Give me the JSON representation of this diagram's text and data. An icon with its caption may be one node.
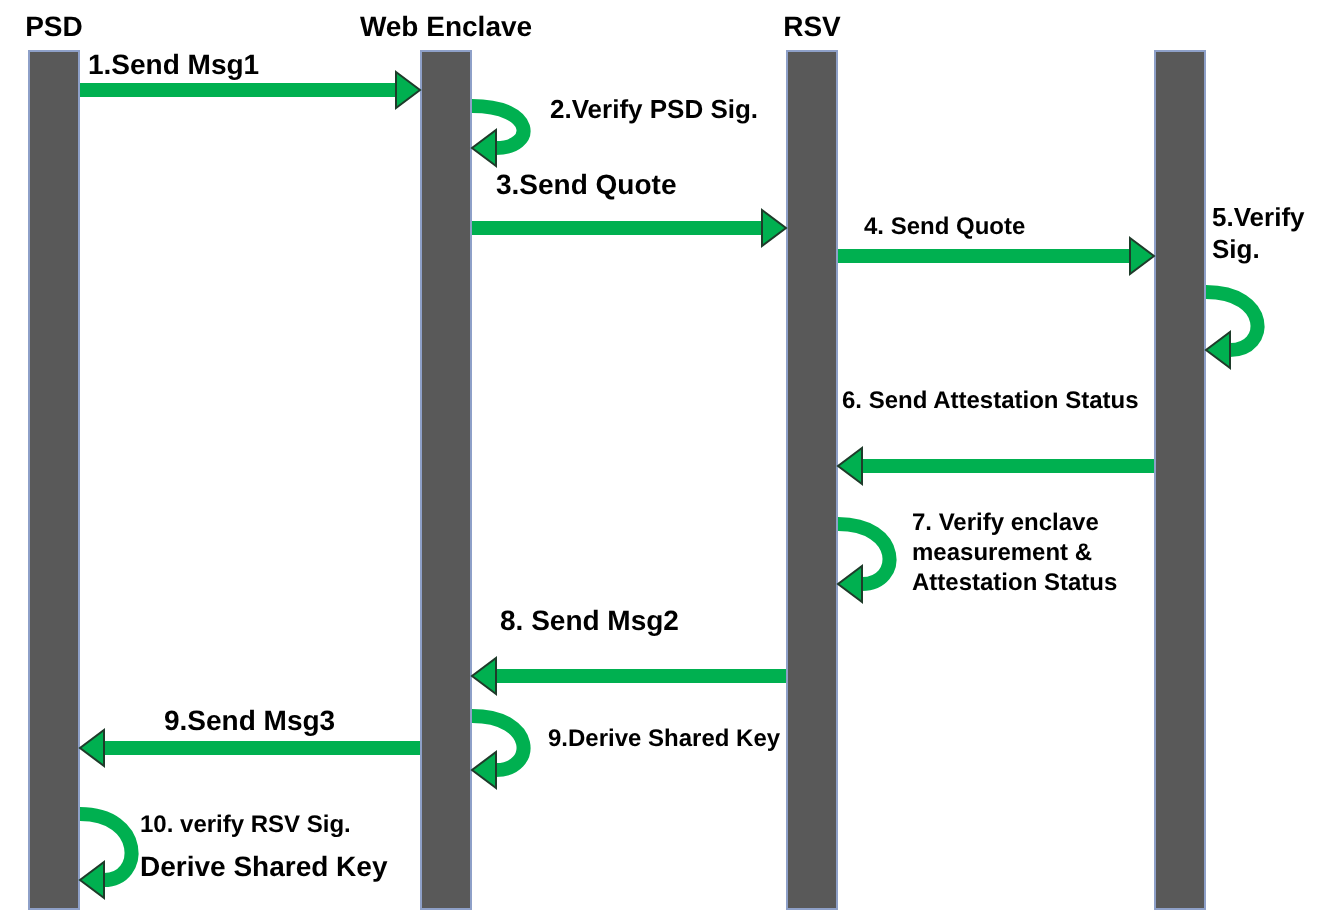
{
  "diagram": {
    "nodes": [
      {
        "text": [
          "PSD"
        ]
      },
      {
        "text": [
          "Web Enclave"
        ]
      },
      {
        "text": [
          "RSV"
        ]
      },
      {
        "text": [],
        "shape": "bar"
      }
    ],
    "edges": [
      {
        "from": 0,
        "to": 1,
        "arrow": "to",
        "label": "1.Send Msg1"
      },
      {
        "from": 1,
        "to": 1,
        "arrow": "to",
        "label": "2.Verify PSD Sig."
      },
      {
        "from": 1,
        "to": 2,
        "arrow": "to",
        "label": "3.Send Quote"
      },
      {
        "from": 2,
        "to": 3,
        "arrow": "to",
        "label": "4. Send Quote"
      },
      {
        "from": 3,
        "to": 3,
        "arrow": "to",
        "label": "5.Verify Sig."
      },
      {
        "from": 3,
        "to": 2,
        "arrow": "to",
        "label": "6. Send Attestation Status"
      },
      {
        "from": 2,
        "to": 2,
        "arrow": "to",
        "label": "7. Verify enclave measurement & Attestation Status"
      },
      {
        "from": 2,
        "to": 1,
        "arrow": "to",
        "label": "8. Send Msg2"
      },
      {
        "from": 1,
        "to": 0,
        "arrow": "to",
        "label": "9.Send Msg3"
      },
      {
        "from": 1,
        "to": 1,
        "arrow": "to",
        "label": "9.Derive Shared Key"
      },
      {
        "from": 0,
        "to": 0,
        "arrow": "to",
        "label": "10. verify RSV Sig."
      }
    ],
    "labels": [
      "Derive Shared Key"
    ]
  }
}
